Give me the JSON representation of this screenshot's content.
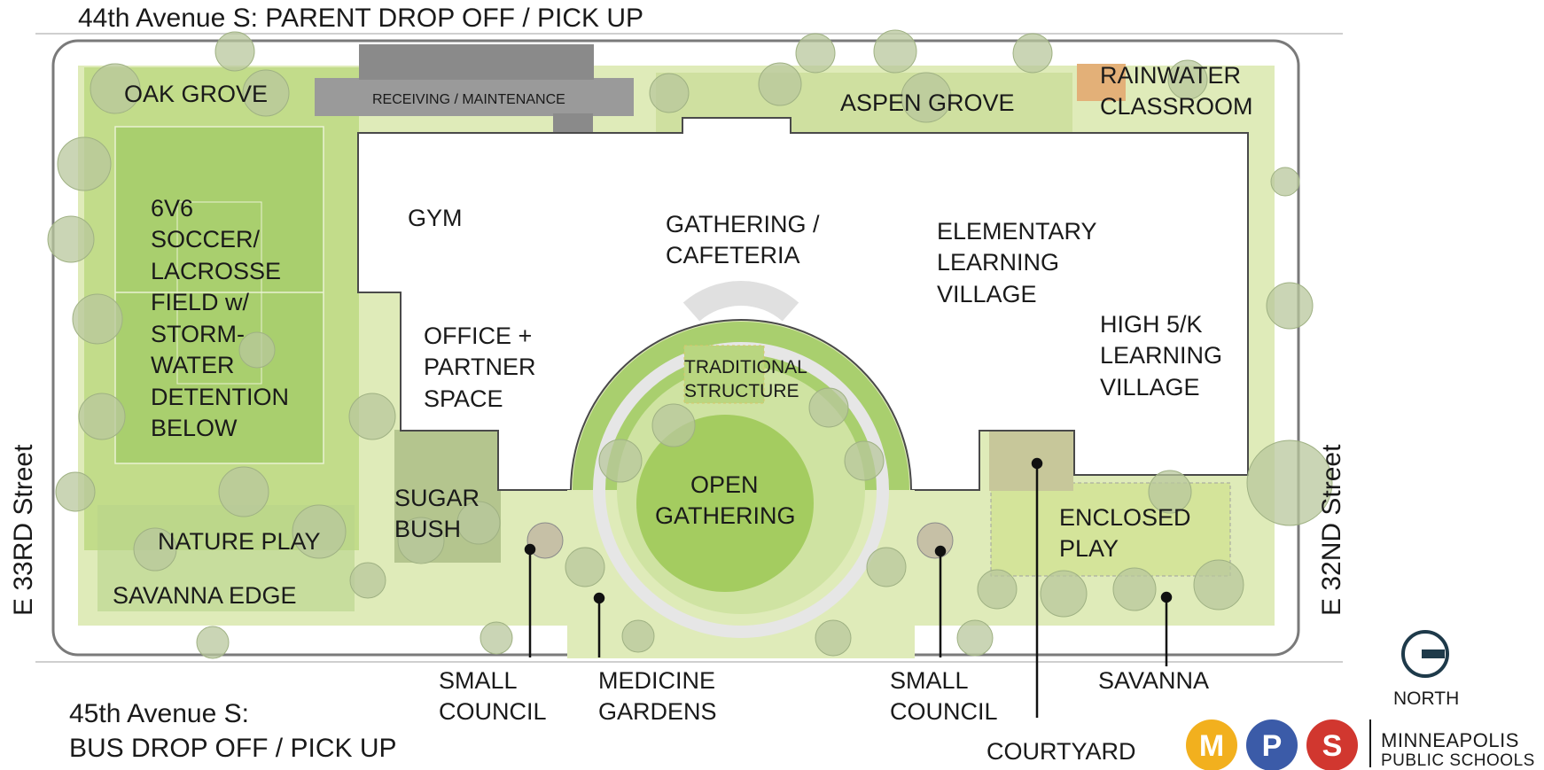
{
  "streets": {
    "north": "44th Avenue S: PARENT DROP OFF / PICK UP",
    "south_line1": "45th Avenue S:",
    "south_line2": "BUS DROP OFF / PICK UP",
    "west": "E 33RD Street",
    "east": "E 32ND Street"
  },
  "areas": {
    "oak_grove": "OAK GROVE",
    "receiving": "RECEIVING / MAINTENANCE",
    "aspen_grove": "ASPEN GROVE",
    "rainwater": [
      "RAINWATER",
      "CLASSROOM"
    ],
    "field": [
      "6V6",
      "SOCCER/",
      "LACROSSE",
      "FIELD w/",
      "STORM-",
      "WATER",
      "DETENTION",
      "BELOW"
    ],
    "gym": "GYM",
    "gathering": [
      "GATHERING /",
      "CAFETERIA"
    ],
    "elementary": [
      "ELEMENTARY",
      "LEARNING",
      "VILLAGE"
    ],
    "high5k": [
      "HIGH 5/K",
      "LEARNING",
      "VILLAGE"
    ],
    "office": [
      "OFFICE +",
      "PARTNER",
      "SPACE"
    ],
    "traditional": [
      "TRADITIONAL",
      "STRUCTURE"
    ],
    "open_gathering": [
      "OPEN",
      "GATHERING"
    ],
    "sugar_bush": [
      "SUGAR",
      "BUSH"
    ],
    "nature_play": "NATURE PLAY",
    "savanna_edge": "SAVANNA EDGE",
    "enclosed_play": [
      "ENCLOSED",
      "PLAY"
    ]
  },
  "callouts": {
    "small_council_1": [
      "SMALL",
      "COUNCIL"
    ],
    "medicine": [
      "MEDICINE",
      "GARDENS"
    ],
    "small_council_2": [
      "SMALL",
      "COUNCIL"
    ],
    "savanna": "SAVANNA",
    "courtyard": "COURTYARD"
  },
  "north_label": "NORTH",
  "brand": {
    "letters": [
      "M",
      "P",
      "S"
    ],
    "line1": "MINNEAPOLIS",
    "line2": "PUBLIC SCHOOLS",
    "colors": {
      "m": "#f2b01e",
      "p": "#3b5ba8",
      "s": "#d1372f"
    }
  },
  "colors": {
    "light_green": "#c9df96",
    "field_green": "#a9cf6e",
    "pale_green": "#dfebb9",
    "tree": "#b8c79c",
    "building": "#ffffff",
    "gray": "#8e8e8e"
  }
}
